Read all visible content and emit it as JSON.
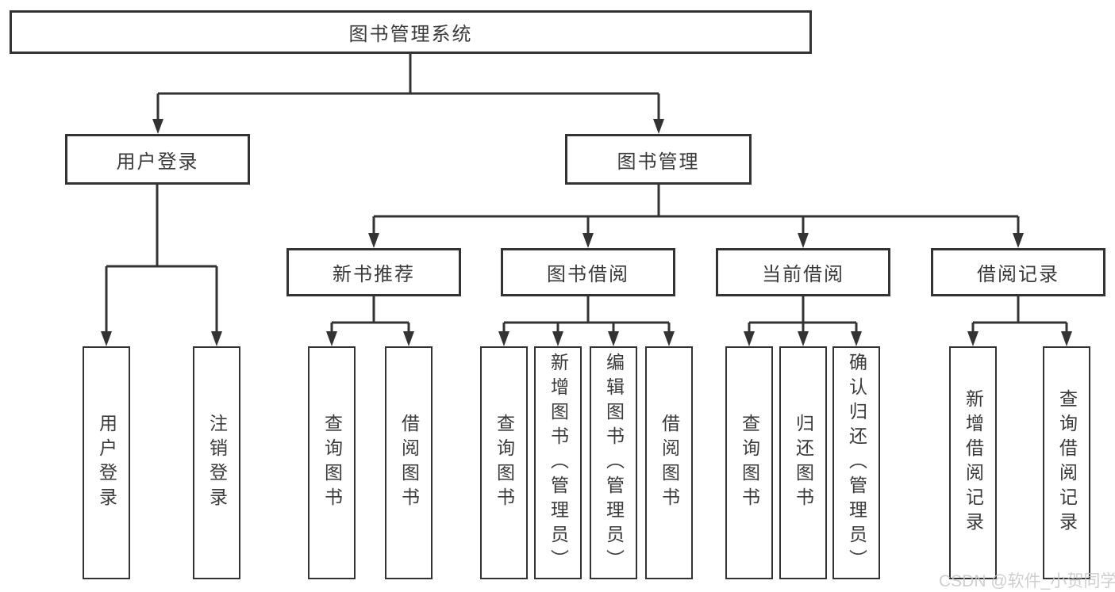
{
  "tree": {
    "root": {
      "label": "图书管理系统"
    },
    "branches": [
      {
        "label": "用户登录",
        "children": [
          {
            "label": "用户登录"
          },
          {
            "label": "注销登录"
          }
        ]
      },
      {
        "label": "图书管理",
        "children": [
          {
            "label": "新书推荐",
            "children": [
              {
                "label": "查询图书"
              },
              {
                "label": "借阅图书"
              }
            ]
          },
          {
            "label": "图书借阅",
            "children": [
              {
                "label": "查询图书"
              },
              {
                "label": "新增图书（管理员）"
              },
              {
                "label": "编辑图书（管理员）"
              },
              {
                "label": "借阅图书"
              }
            ]
          },
          {
            "label": "当前借阅",
            "children": [
              {
                "label": "查询图书"
              },
              {
                "label": "归还图书"
              },
              {
                "label": "确认归还（管理员）"
              }
            ]
          },
          {
            "label": "借阅记录",
            "children": [
              {
                "label": "新增借阅记录"
              },
              {
                "label": "查询借阅记录"
              }
            ]
          }
        ]
      }
    ]
  },
  "watermark": {
    "text": "CSDN @软件_小贺同学"
  },
  "colors": {
    "background": "#ffffff",
    "line": "#333333",
    "text": "#3a3a3a",
    "watermark": "#c6c6c6"
  }
}
